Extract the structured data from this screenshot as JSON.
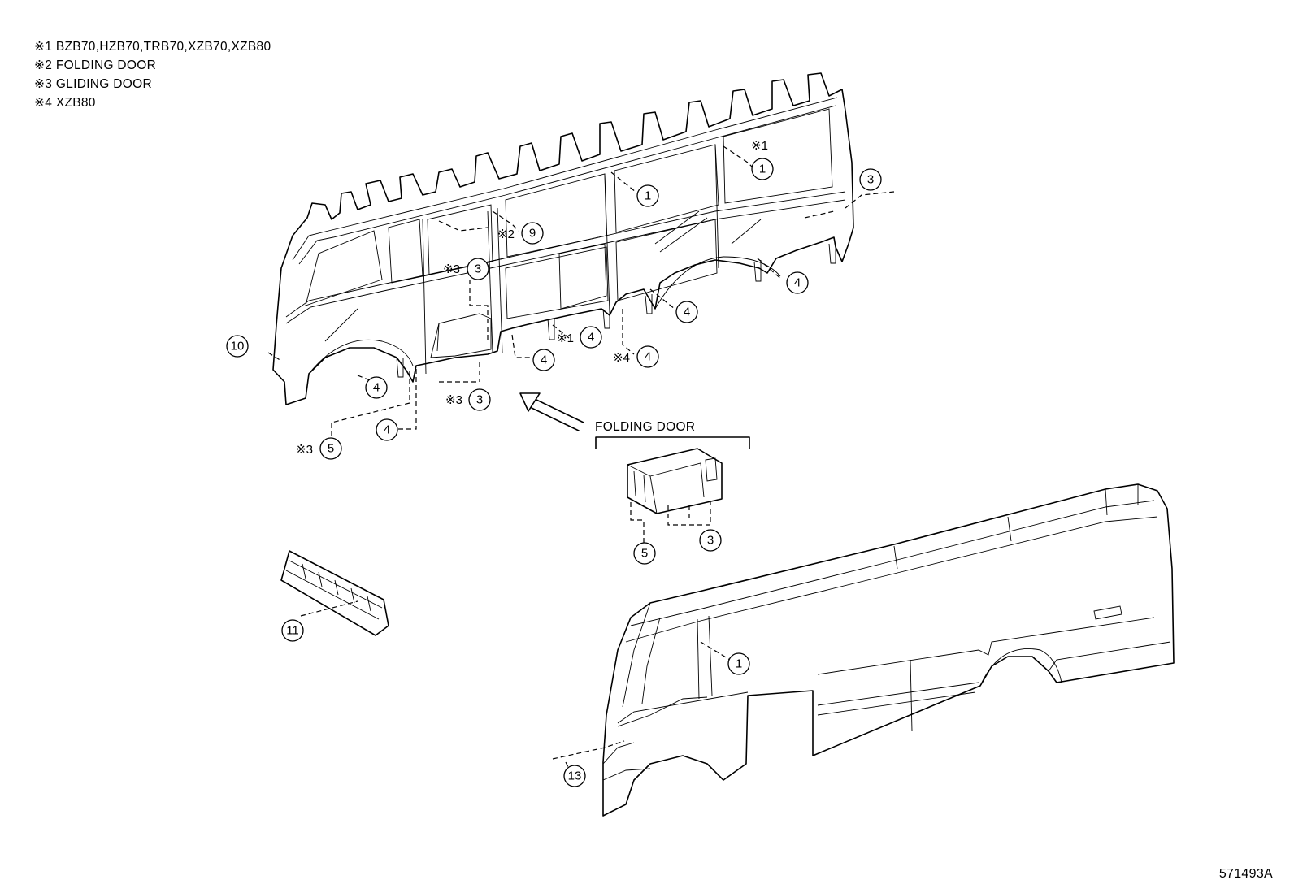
{
  "notes": [
    {
      "mark": "※1",
      "text": "BZB70,HZB70,TRB70,XZB70,XZB80"
    },
    {
      "mark": "※2",
      "text": "FOLDING DOOR"
    },
    {
      "mark": "※3",
      "text": "GLIDING DOOR"
    },
    {
      "mark": "※4",
      "text": "XZB80"
    }
  ],
  "inset_label": "FOLDING DOOR",
  "diagram_code": "571493A",
  "callouts": {
    "c1a": "1",
    "c1b": "1",
    "c1c": "1",
    "c3a": "3",
    "c3b": "3",
    "c3c": "3",
    "c3d": "3",
    "c4a": "4",
    "c4b": "4",
    "c4c": "4",
    "c4d": "4",
    "c4e": "4",
    "c4f": "4",
    "c4g": "4",
    "c5a": "5",
    "c5b": "5",
    "c9": "9",
    "c10": "10",
    "c11": "11",
    "c13": "13"
  },
  "marks": {
    "m1": "※1",
    "m2": "※2",
    "m3a": "※3",
    "m3b": "※3",
    "m3c": "※3",
    "m1b": "※1",
    "m4": "※4"
  }
}
